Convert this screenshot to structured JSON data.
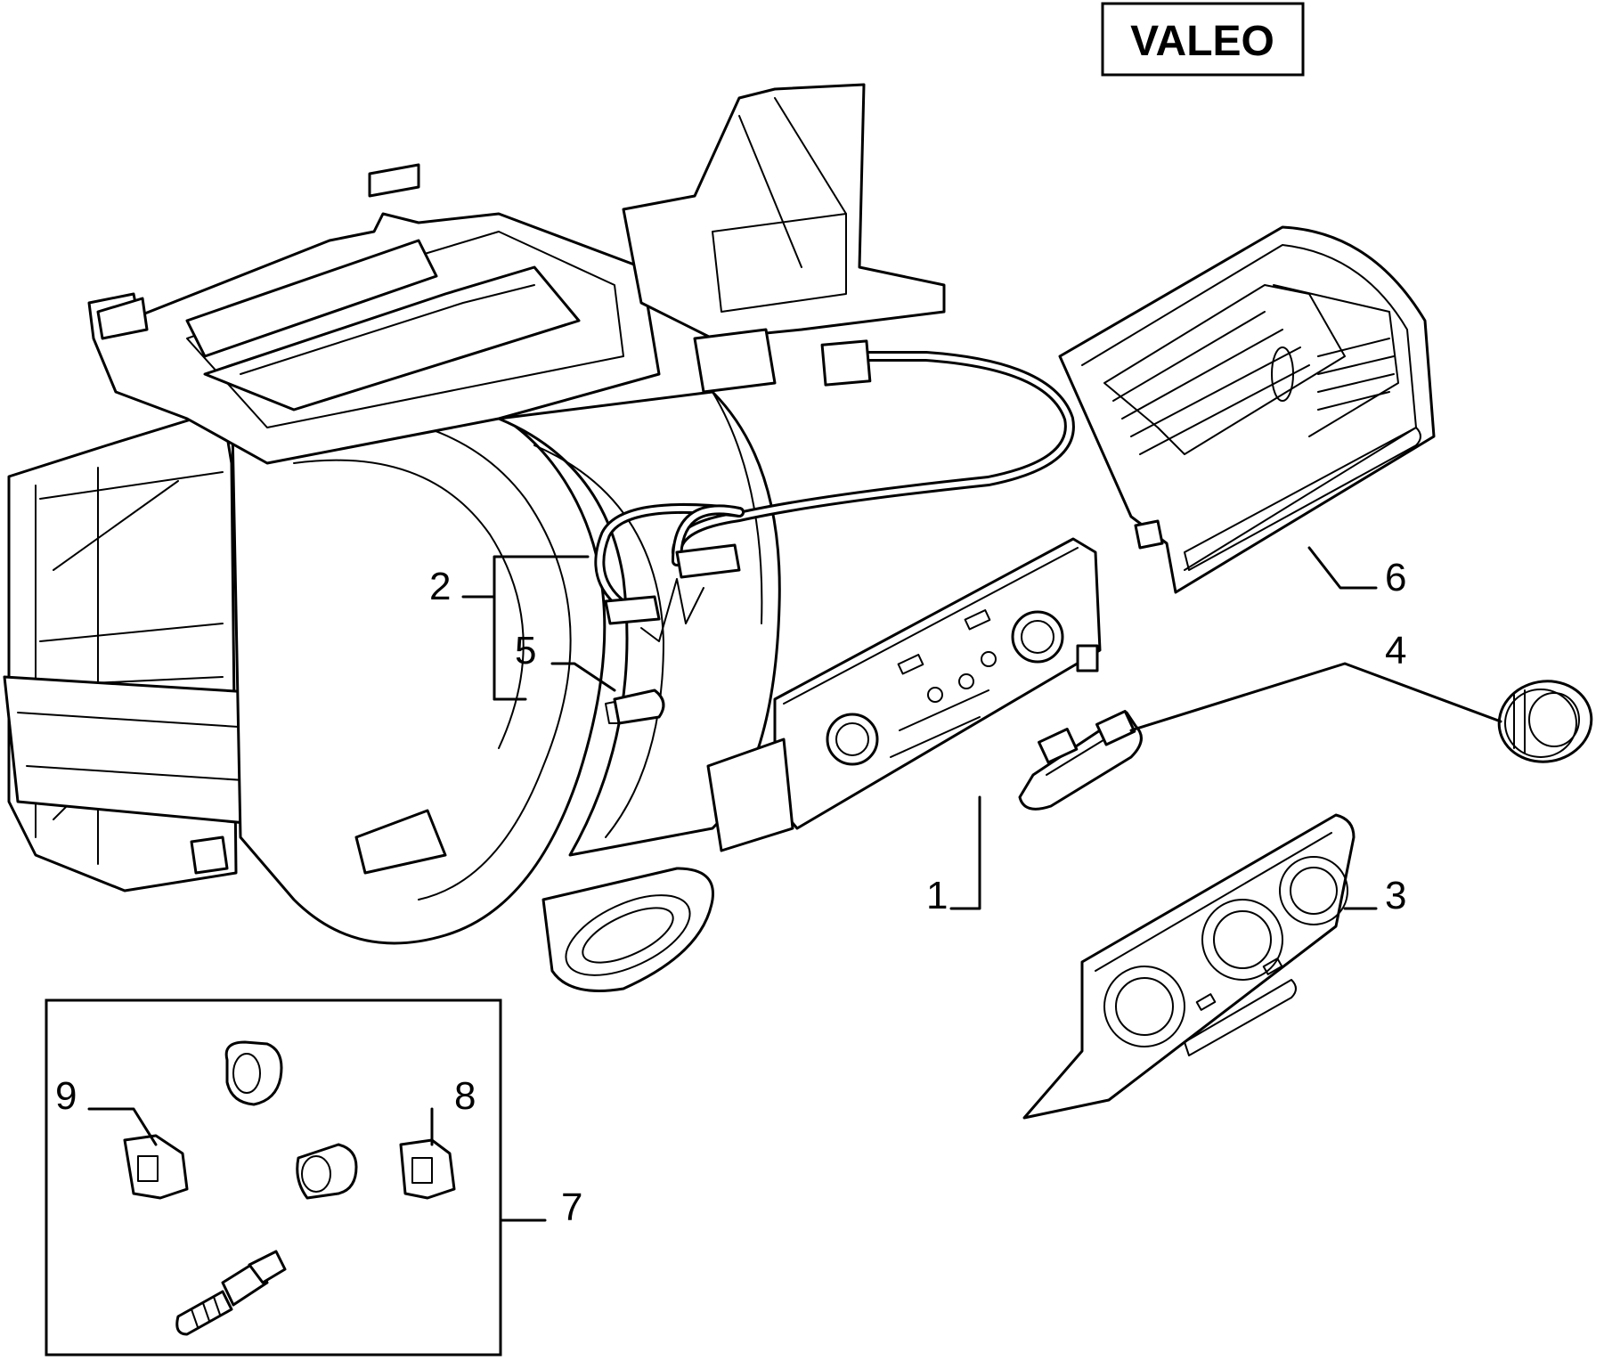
{
  "brand": "VALEO",
  "callouts": {
    "c1": "1",
    "c2": "2",
    "c3": "3",
    "c4": "4",
    "c5": "5",
    "c6": "6",
    "c7": "7",
    "c8": "8",
    "c9": "9"
  }
}
